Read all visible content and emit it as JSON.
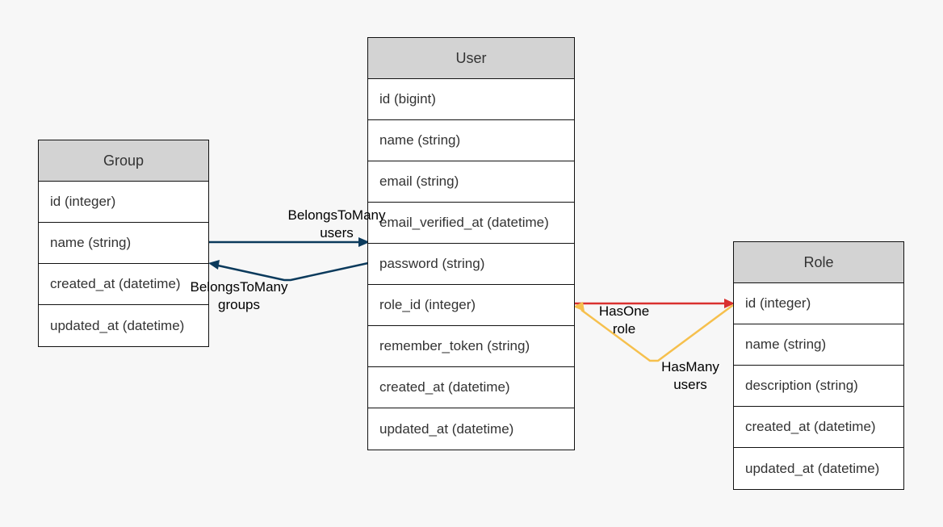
{
  "entities": {
    "group": {
      "title": "Group",
      "fields": [
        "id (integer)",
        "name (string)",
        "created_at (datetime)",
        "updated_at (datetime)"
      ]
    },
    "user": {
      "title": "User",
      "fields": [
        "id (bigint)",
        "name (string)",
        "email (string)",
        "email_verified_at (datetime)",
        "password (string)",
        "role_id (integer)",
        "remember_token (string)",
        "created_at (datetime)",
        "updated_at (datetime)"
      ]
    },
    "role": {
      "title": "Role",
      "fields": [
        "id (integer)",
        "name (string)",
        "description (string)",
        "created_at (datetime)",
        "updated_at (datetime)"
      ]
    }
  },
  "relations": {
    "group_to_user": {
      "type": "BelongsToMany",
      "name": "users",
      "color": "#0b3a5c"
    },
    "user_to_group": {
      "type": "BelongsToMany",
      "name": "groups",
      "color": "#0b3a5c"
    },
    "user_to_role": {
      "type": "HasOne",
      "name": "role",
      "color": "#d9302f"
    },
    "role_to_user": {
      "type": "HasMany",
      "name": "users",
      "color": "#f6c04d"
    }
  }
}
